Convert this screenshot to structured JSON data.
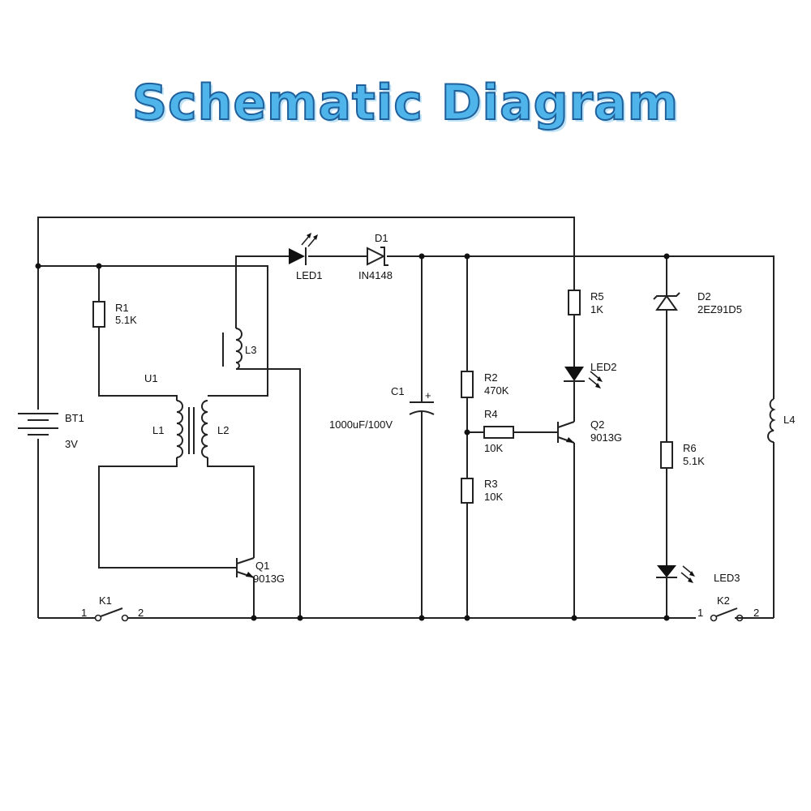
{
  "title": "Schematic Diagram",
  "labels": {
    "bt1": "BT1",
    "bt1_val": "3V",
    "r1": "R1",
    "r1_val": "5.1K",
    "u1": "U1",
    "l1": "L1",
    "l2": "L2",
    "l3": "L3",
    "q1": "Q1",
    "q1_val": "9013G",
    "k1": "K1",
    "k1_1": "1",
    "k1_2": "2",
    "led1": "LED1",
    "d1": "D1",
    "d1_val": "IN4148",
    "c1": "C1",
    "c1_val": "1000uF/100V",
    "c1_plus": "+",
    "r2": "R2",
    "r2_val": "470K",
    "r4": "R4",
    "r4_val": "10K",
    "r3": "R3",
    "r3_val": "10K",
    "r5": "R5",
    "r5_val": "1K",
    "led2": "LED2",
    "q2": "Q2",
    "q2_val": "9013G",
    "d2": "D2",
    "d2_val": "2EZ91D5",
    "r6": "R6",
    "r6_val": "5.1K",
    "led3": "LED3",
    "l4": "L4",
    "k2": "K2",
    "k2_1": "1",
    "k2_2": "2"
  }
}
